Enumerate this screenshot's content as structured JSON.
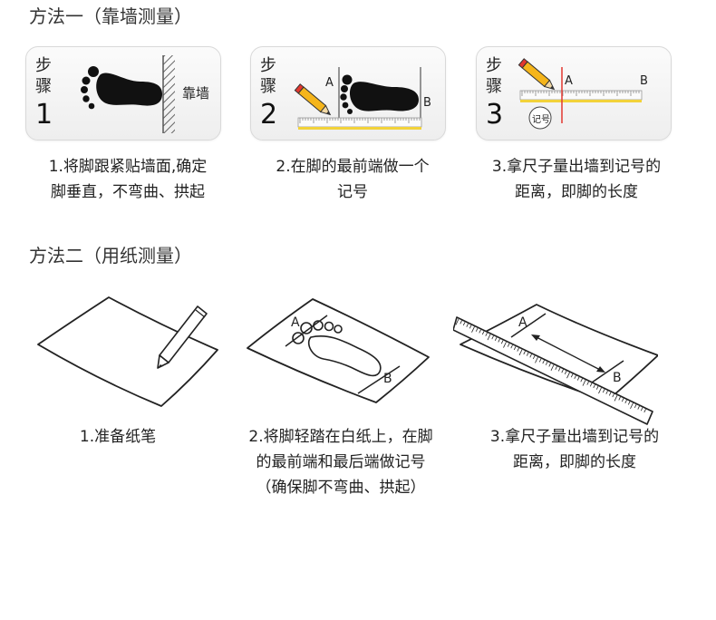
{
  "method1": {
    "title": "方法一（靠墙测量）",
    "steps": [
      {
        "step_char_1": "步",
        "step_char_2": "骤",
        "number": "1",
        "wall_label": "靠墙",
        "caption_lines": [
          "1.将脚跟紧贴墙面,确定",
          "脚垂直，不弯曲、拱起"
        ]
      },
      {
        "step_char_1": "步",
        "step_char_2": "骤",
        "number": "2",
        "label_a": "A",
        "label_b": "B",
        "caption_lines": [
          "2.在脚的最前端做一个",
          "记号"
        ]
      },
      {
        "step_char_1": "步",
        "step_char_2": "骤",
        "number": "3",
        "label_a": "A",
        "label_b": "B",
        "mark_label": "记号",
        "caption_lines": [
          "3.拿尺子量出墙到记号的",
          "距离，即脚的长度"
        ]
      }
    ]
  },
  "method2": {
    "title": "方法二（用纸测量）",
    "steps": [
      {
        "caption_lines": [
          "1.准备纸笔"
        ]
      },
      {
        "label_a": "A",
        "label_b": "B",
        "caption_lines": [
          "2.将脚轻踏在白纸上，在脚",
          "的最前端和最后端做记号",
          "（确保脚不弯曲、拱起）"
        ]
      },
      {
        "label_a": "A",
        "label_b": "B",
        "caption_lines": [
          "3.拿尺子量出墙到记号的",
          "距离，即脚的长度"
        ]
      }
    ]
  },
  "colors": {
    "pencil_body": "#f5b51b",
    "pencil_tip": "#e2372f",
    "ruler": "#f2d23a",
    "mark_line": "#e2372f"
  },
  "icons": [
    "footprint-icon",
    "wall-icon",
    "pencil-icon",
    "ruler-icon",
    "paper-icon"
  ]
}
